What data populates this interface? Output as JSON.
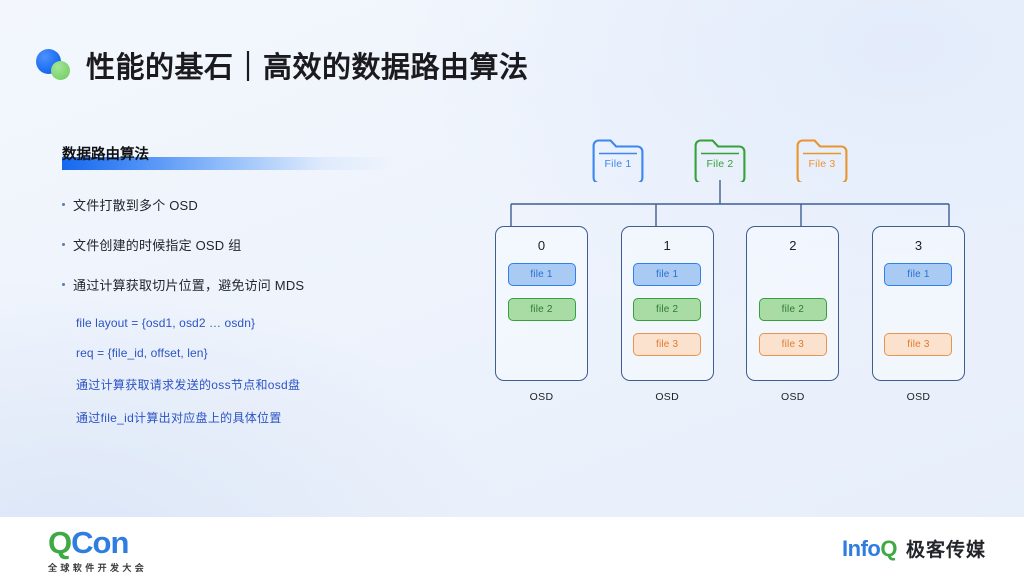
{
  "slide": {
    "title": "性能的基石｜高效的数据路由算法",
    "logo_icon": "blue-green-dots-icon"
  },
  "left_panel": {
    "section_heading": "数据路由算法",
    "bullets": [
      "文件打散到多个 OSD",
      "文件创建的时候指定 OSD 组",
      "通过计算获取切片位置，避免访问 MDS"
    ],
    "code_lines": [
      "file layout = {osd1, osd2 … osdn}",
      "req = {file_id, offset, len}",
      "通过计算获取请求发送的oss节点和osd盘",
      "通过file_id计算出对应盘上的具体位置"
    ]
  },
  "diagram": {
    "folders": [
      {
        "label": "File 1",
        "color": "#3b86f0",
        "icon": "folder-icon"
      },
      {
        "label": "File 2",
        "color": "#36a13b",
        "icon": "folder-icon"
      },
      {
        "label": "File 3",
        "color": "#e8942f",
        "icon": "folder-icon"
      }
    ],
    "osd_nodes": [
      {
        "number": "0",
        "label": "OSD",
        "chips": [
          {
            "text": "file 1",
            "style": "blue"
          },
          {
            "text": "file 2",
            "style": "green"
          },
          {
            "text": "",
            "style": "empty"
          }
        ]
      },
      {
        "number": "1",
        "label": "OSD",
        "chips": [
          {
            "text": "file 1",
            "style": "blue"
          },
          {
            "text": "file 2",
            "style": "green"
          },
          {
            "text": "file 3",
            "style": "orange"
          }
        ]
      },
      {
        "number": "2",
        "label": "OSD",
        "chips": [
          {
            "text": "",
            "style": "empty"
          },
          {
            "text": "file 2",
            "style": "green"
          },
          {
            "text": "file 3",
            "style": "orange"
          }
        ]
      },
      {
        "number": "3",
        "label": "OSD",
        "chips": [
          {
            "text": "file 1",
            "style": "blue"
          },
          {
            "text": "",
            "style": "empty"
          },
          {
            "text": "file 3",
            "style": "orange"
          }
        ]
      }
    ],
    "connector_color": "#3e5e93"
  },
  "footer": {
    "qcon_q": "Q",
    "qcon_con": "Con",
    "qcon_subtitle": "全球软件开发大会",
    "infoq_info": "Info",
    "infoq_q": "Q",
    "infoq_cn": "极客传媒"
  },
  "colors": {
    "accent_blue": "#1468f0",
    "accent_green": "#36a13b",
    "accent_orange": "#e8942f",
    "text_dark": "#1b1b1f",
    "code_blue": "#2c54c4"
  }
}
